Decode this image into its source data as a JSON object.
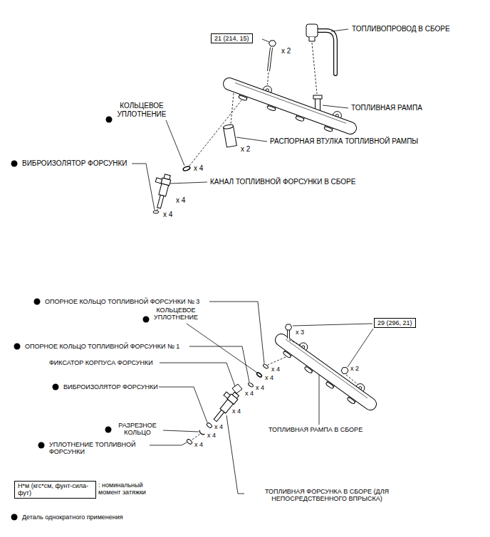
{
  "diagram": {
    "nodes": [
      {
        "text": [
          "21 (214, 15)"
        ]
      },
      {
        "text": [
          "29 (296, 21)"
        ]
      },
      {
        "text": [
          "Н*м (кгс*см, фунт-сила-фут)",
          ": номинальный момент затяжки"
        ]
      }
    ],
    "labels": [
      "ТОПЛИВОПРОВОД В СБОРЕ",
      "x 2",
      "ТОПЛИВНАЯ РАМПА",
      "КОЛЬЦЕВОЕ УПЛОТНЕНИЕ",
      "РАСПОРНАЯ ВТУЛКА ТОПЛИВНОЙ РАМПЫ",
      "x 2",
      "x 4",
      "ВИБРОИЗОЛЯТОР ФОРСУНКИ",
      "КАНАЛ ТОПЛИВНОЙ ФОРСУНКИ В СБОРЕ",
      "x 4",
      "x 4",
      "ОПОРНОЕ КОЛЬЦО ТОПЛИВНОЙ ФОРСУНКИ № 3",
      "КОЛЬЦЕВОЕ УПЛОТНЕНИЕ",
      "x 3",
      "ОПОРНОЕ КОЛЬЦО ТОПЛИВНОЙ ФОРСУНКИ № 1",
      "x 4",
      "x 2",
      "ФИКСАТОР КОРПУСА ФОРСУНКИ",
      "x 4",
      "x 4",
      "ВИБРОИЗОЛЯТОР ФОРСУНКИ",
      "x 4",
      "x 4",
      "РАЗРЕЗНОЕ КОЛЬЦО",
      "x 4",
      "x 4",
      "УПЛОТНЕНИЕ ТОПЛИВНОЙ ФОРСУНКИ",
      "x 4",
      "ТОПЛИВНАЯ РАМПА В СБОРЕ",
      "ТОПЛИВНАЯ ФОРСУНКА В СБОРЕ (ДЛЯ НЕПОСРЕДСТВЕННОГО ВПРЫСКА)"
    ],
    "legend": [
      {
        "text": "Деталь однократного применения"
      }
    ]
  }
}
